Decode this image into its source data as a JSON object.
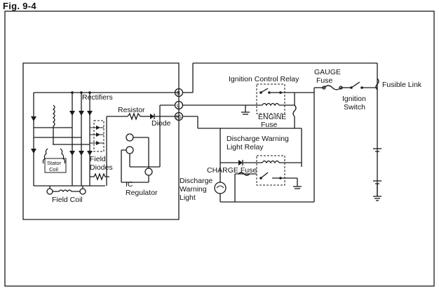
{
  "figure": {
    "title": "Fig. 9-4"
  },
  "labels": {
    "rectifiers": "Rectifiers",
    "resistor": "Resistor",
    "diode": "Diode",
    "stator_line1": "Stator",
    "stator_line2": "Coil",
    "field_diodes_line1": "Field",
    "field_diodes_line2": "Diodes",
    "ic_regulator_line1": "IC",
    "ic_regulator_line2": "Regulator",
    "field_coil": "Field Coil",
    "terminal_b": "B",
    "terminal_l": "L",
    "terminal_ig": "IG",
    "ignition_control_relay": "Ignition Control Relay",
    "engine_fuse_line1": "ENGINE",
    "engine_fuse_line2": "Fuse",
    "gauge_fuse_line1": "GAUGE",
    "gauge_fuse_line2": "Fuse",
    "ignition_switch_line1": "Ignition",
    "ignition_switch_line2": "Switch",
    "fusible_link": "Fusible Link",
    "discharge_relay_line1": "Discharge Warning",
    "discharge_relay_line2": "Light Relay",
    "charge_fuse": "CHARGE Fuse",
    "warning_light_line1": "Discharge",
    "warning_light_line2": "Warning",
    "warning_light_line3": "Light"
  }
}
